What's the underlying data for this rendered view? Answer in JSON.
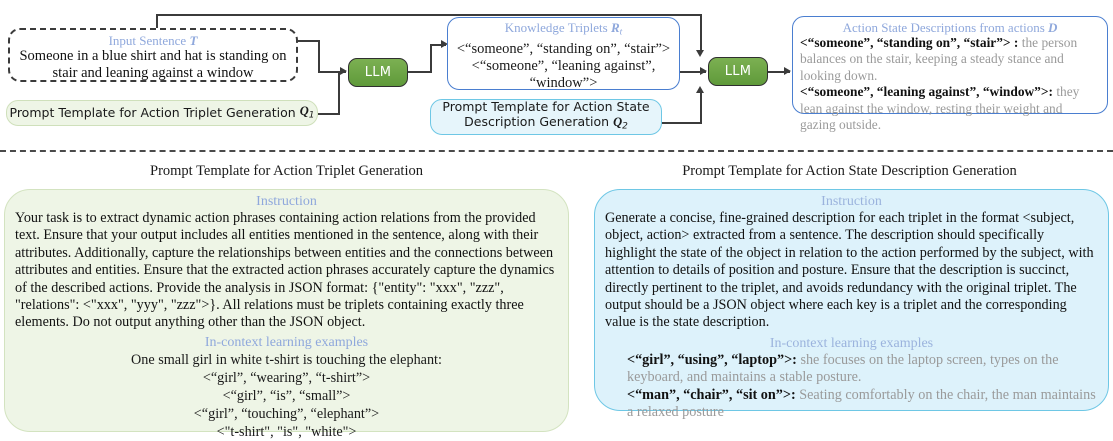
{
  "pipeline": {
    "input_box": {
      "header": "Input Sentence",
      "header_var": "T",
      "text": "Someone in a blue shirt and hat is standing on stair and leaning against a window"
    },
    "prompt_q1": {
      "label": "Prompt Template for Action Triplet Generation",
      "var": "Q",
      "sub": "1"
    },
    "llm1": {
      "label": "LLM"
    },
    "llm2": {
      "label": "LLM"
    },
    "triplets_box": {
      "header": "Knowledge Triplets",
      "header_var": "R",
      "header_sub": "t",
      "line1": "<“someone”, “standing on”, “stair”>",
      "line2": "<“someone”, “leaning against”,",
      "line3": "“window”>"
    },
    "prompt_q2": {
      "label_line1": "Prompt Template for Action State",
      "label_line2": "Description Generation",
      "var": "Q",
      "sub": "2"
    },
    "output_box": {
      "header": "Action State Descriptions from actions",
      "header_var": "D",
      "items": [
        {
          "triplet": "<“someone”, “standing on”, “stair”> :",
          "description": "the person balances on the stair, keeping a steady stance and looking down."
        },
        {
          "triplet": "<“someone”, “leaning against”, “window”>:",
          "description": "they lean against the window, resting their weight and gazing outside."
        }
      ]
    }
  },
  "left_panel": {
    "title": "Prompt Template for Action Triplet Generation",
    "instruction_header": "Instruction",
    "instruction_text": "Your task is to extract dynamic action phrases containing action relations from the provided text. Ensure that your output includes all entities mentioned in the sentence, along with their attributes. Additionally, capture the relationships between entities and the connections between attributes and entities. Ensure that the extracted action phrases accurately capture the dynamics of the described actions. Provide the analysis in JSON format: {\"entity\": \"xxx\", \"zzz\", \"relations\": <\"xxx\", \"yyy\", \"zzz\">}.  All relations must be triplets containing exactly three elements. Do not output anything other than the JSON object.",
    "examples_header": "In-context learning examples",
    "example_prompt": "One small girl in white t-shirt is touching the elephant:",
    "example_triplets": [
      "<“girl”, “wearing”, “t-shirt”>",
      "<“girl”, “is”, “small”>",
      "<“girl”, “touching”, “elephant”>",
      "<\"t-shirt\", \"is\", \"white\">"
    ]
  },
  "right_panel": {
    "title": "Prompt Template for Action State Description Generation",
    "instruction_header": "Instruction",
    "instruction_text": "Generate a concise, fine-grained description for each triplet in the format <subject, object, action> extracted from a sentence. The description should specifically highlight the state of the object in relation to the action performed by the subject, with attention to details of position and posture. Ensure that the description is succinct, directly pertinent to the triplet, and avoids redundancy with the original triplet. The output should be a JSON object where each key is a triplet and the corresponding value is the state description.",
    "examples_header": "In-context learning examples",
    "examples": [
      {
        "triplet": "<“girl”, “using”, “laptop”>:",
        "description": "she focuses on the laptop screen, types on the keyboard, and maintains a stable posture."
      },
      {
        "triplet": "<“man”, “chair”, “sit on”>:",
        "description": "Seating comfortably on the chair, the man maintains a relaxed posture"
      }
    ]
  },
  "colors": {
    "accent_blue_header": "#8fa8dc",
    "llm_green": "#6aa844",
    "panel_green_bg": "#eef5e6",
    "panel_blue_bg": "#ddf2fb",
    "blue_border": "#4a7ed0",
    "cyan_border": "#6ec7e5",
    "connector": "#3b3b3b",
    "muted_text": "#9a9a9a"
  }
}
